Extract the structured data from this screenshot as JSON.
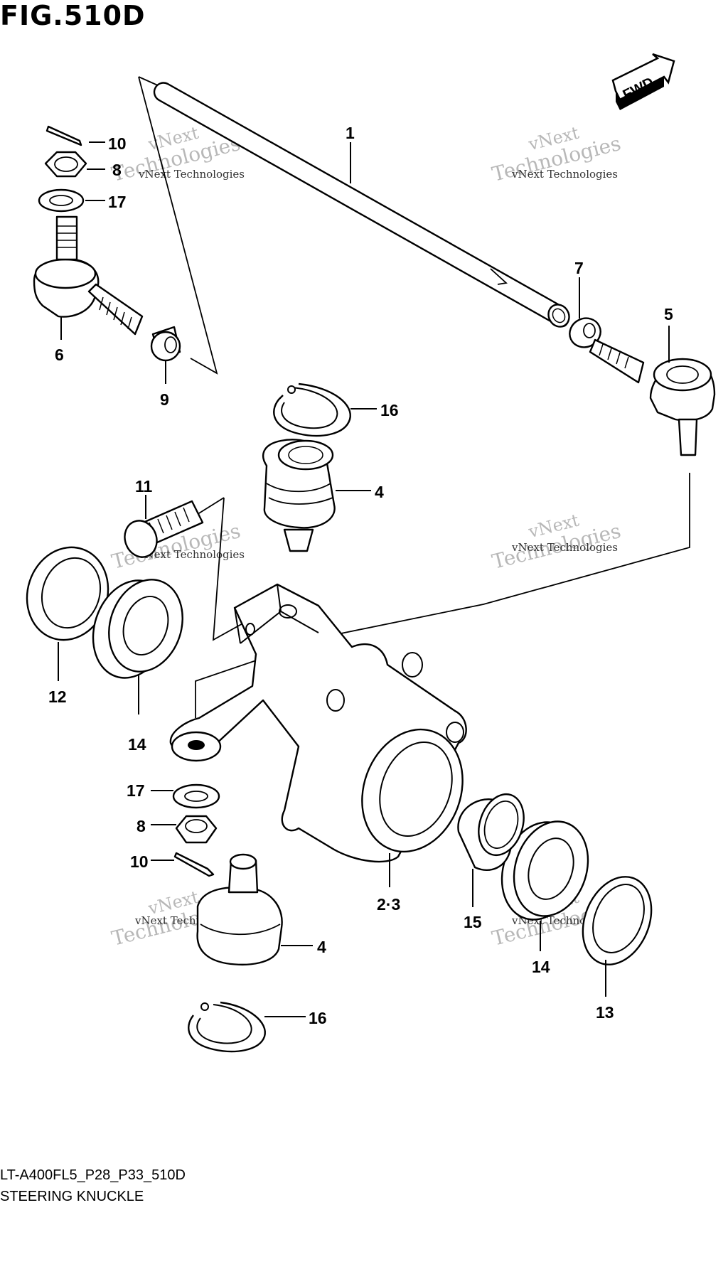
{
  "figure": {
    "title": "FIG.510D"
  },
  "fwd_label": "FWD",
  "callouts": [
    {
      "id": "c1",
      "text": "1"
    },
    {
      "id": "c5",
      "text": "5"
    },
    {
      "id": "c6",
      "text": "6"
    },
    {
      "id": "c7",
      "text": "7"
    },
    {
      "id": "c8a",
      "text": "8"
    },
    {
      "id": "c9",
      "text": "9"
    },
    {
      "id": "c10a",
      "text": "10"
    },
    {
      "id": "c17a",
      "text": "17"
    },
    {
      "id": "c16a",
      "text": "16"
    },
    {
      "id": "c4a",
      "text": "4"
    },
    {
      "id": "c11",
      "text": "11"
    },
    {
      "id": "c12",
      "text": "12"
    },
    {
      "id": "c14a",
      "text": "14"
    },
    {
      "id": "c17b",
      "text": "17"
    },
    {
      "id": "c8b",
      "text": "8"
    },
    {
      "id": "c10b",
      "text": "10"
    },
    {
      "id": "c23",
      "text": "2·3"
    },
    {
      "id": "c15",
      "text": "15"
    },
    {
      "id": "c14b",
      "text": "14"
    },
    {
      "id": "c13",
      "text": "13"
    },
    {
      "id": "c4b",
      "text": "4"
    },
    {
      "id": "c16b",
      "text": "16"
    }
  ],
  "watermark": {
    "line1": "vNext Technologies",
    "line2": "vNext",
    "line3": "Technologies"
  },
  "footer": {
    "model_code": "LT-A400FL5_P28_P33_510D",
    "section_name": "STEERING KNUCKLE"
  }
}
